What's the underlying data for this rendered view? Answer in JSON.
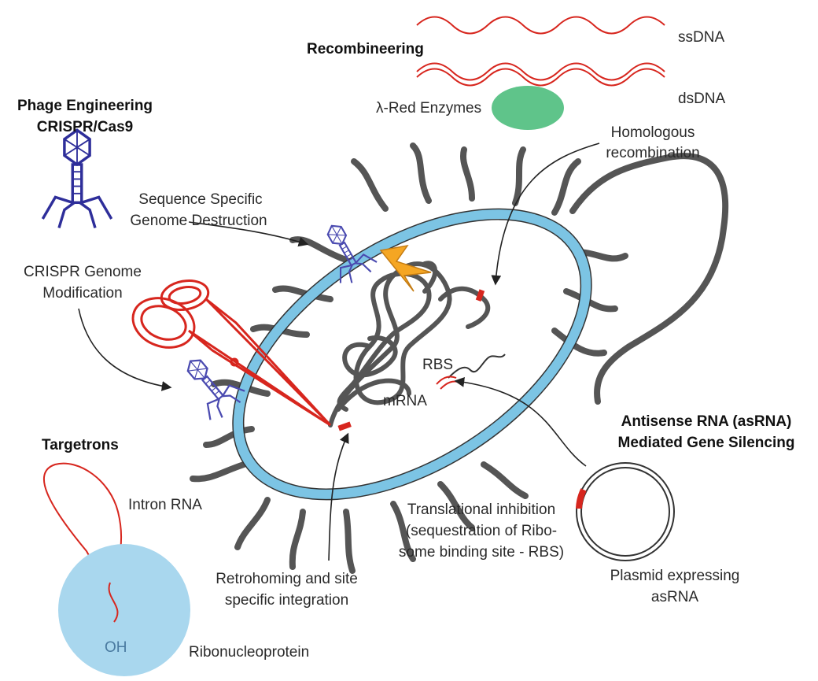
{
  "headings": {
    "recombineering": "Recombineering",
    "phage_line1": "Phage Engineering",
    "phage_line2": "CRISPR/Cas9",
    "targetrons": "Targetrons",
    "antisense_line1": "Antisense RNA (asRNA)",
    "antisense_line2": "Mediated Gene Silencing"
  },
  "labels": {
    "ssdna": "ssDNA",
    "dsdna": "dsDNA",
    "lambda_red": "λ-Red Enzymes",
    "homologous_line1": "Homologous",
    "homologous_line2": "recombination",
    "sequence_line1": "Sequence Specific",
    "sequence_line2": "Genome Destruction",
    "crispr_line1": "CRISPR Genome",
    "crispr_line2": "Modification",
    "rbs": "RBS",
    "mrna": "mRNA",
    "intron": "Intron RNA",
    "oh": "OH",
    "ribonucleoprotein": "Ribonucleoprotein",
    "translational_line1": "Translational inhibition",
    "translational_line2": "(sequestration of Ribo-",
    "translational_line3": "some binding site - RBS)",
    "retrohoming_line1": "Retrohoming and site",
    "retrohoming_line2": "specific integration",
    "plasmid_line1": "Plasmid expressing",
    "plasmid_line2": "asRNA"
  },
  "colors": {
    "cell_wall": "#7cc4e4",
    "chromosome": "#555555",
    "phage": "#2e2e9a",
    "scissors": "#d7261e",
    "dna_strand": "#d7261e",
    "lambda_red_enzyme": "#5fc48a",
    "ribonucleoprotein": "#a9d7ee",
    "lightning": "#f5a623",
    "marker": "#d7261e"
  }
}
